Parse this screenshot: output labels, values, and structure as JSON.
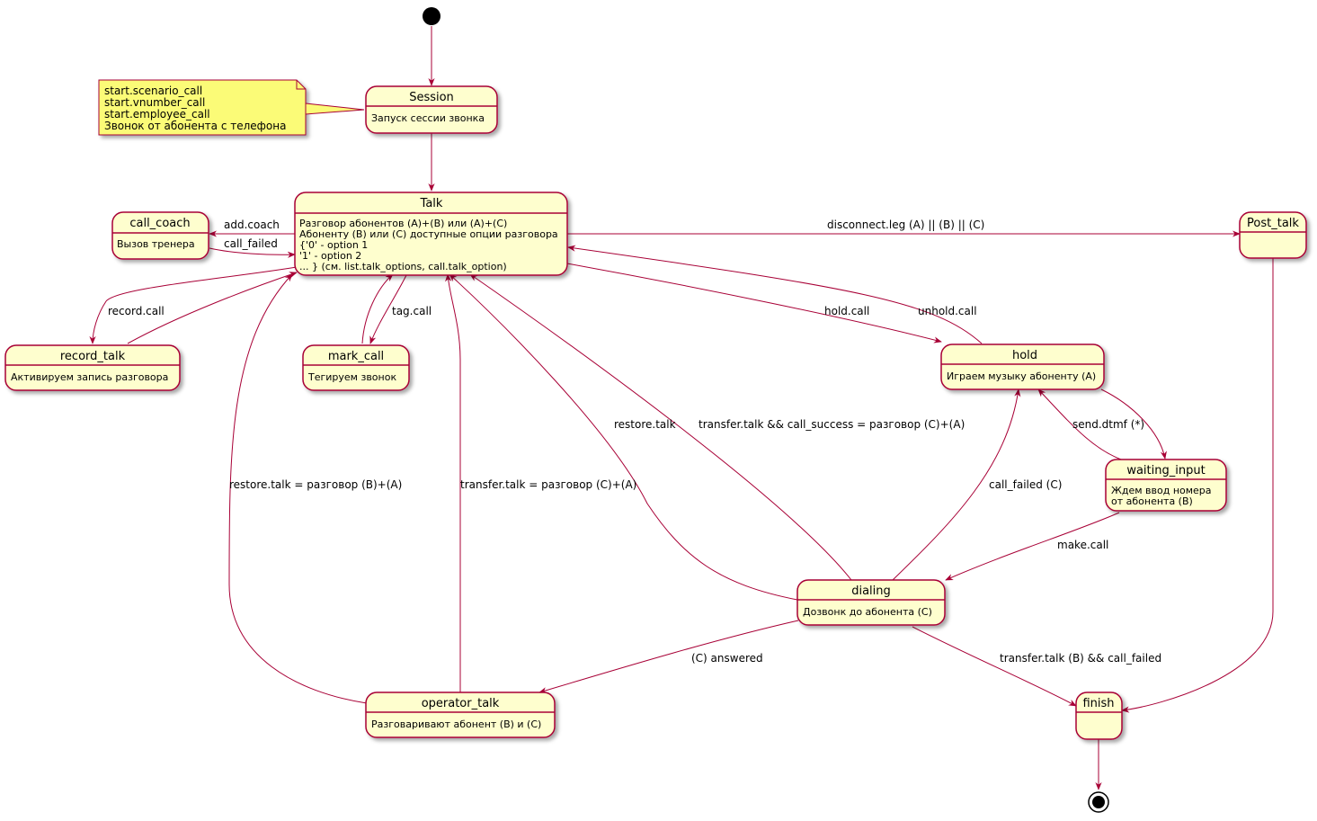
{
  "note": {
    "lines": [
      "start.scenario_call",
      "start.vnumber_call",
      "start.employee_call",
      "Звонок от абонента с телефона"
    ]
  },
  "states": {
    "session": {
      "title": "Session",
      "desc": [
        "Запуск сессии звонка"
      ]
    },
    "talk": {
      "title": "Talk",
      "desc": [
        "Разговор абонентов (A)+(B) или (A)+(C)",
        "Абоненту (B) или (C) доступные опции разговора",
        "{'0' - option 1",
        "'1' - option 2",
        "... } (см. list.talk_options, call.talk_option)"
      ]
    },
    "call_coach": {
      "title": "call_coach",
      "desc": [
        "Вызов тренера"
      ]
    },
    "record_talk": {
      "title": "record_talk",
      "desc": [
        "Активируем запись разговора"
      ]
    },
    "mark_call": {
      "title": "mark_call",
      "desc": [
        "Тегируем звонок"
      ]
    },
    "hold": {
      "title": "hold",
      "desc": [
        "Играем музыку абоненту (A)"
      ]
    },
    "waiting_input": {
      "title": "waiting_input",
      "desc": [
        "Ждем ввод номера",
        "от абонента (B)"
      ]
    },
    "dialing": {
      "title": "dialing",
      "desc": [
        "Дозвонк до абонента (C)"
      ]
    },
    "operator_talk": {
      "title": "operator_talk",
      "desc": [
        "Разговаривают абонент (B) и (C)"
      ]
    },
    "post_talk": {
      "title": "Post_talk",
      "desc": []
    },
    "finish": {
      "title": "finish",
      "desc": []
    }
  },
  "transitions": {
    "add_coach": "add.coach",
    "call_failed_coach": "call_failed",
    "disconnect": "disconnect.leg (A) || (B) || (C)",
    "record_call": "record.call",
    "tag_call": "tag.call",
    "hold_call": "hold.call",
    "unhold_call": "unhold.call",
    "restore_talk": "restore.talk",
    "transfer_success": "transfer.talk && call_success = разговор (C)+(A)",
    "send_dtmf": "send.dtmf (*)",
    "call_failed_c": "call_failed (C)",
    "restore_talk_b": "restore.talk = разговор (B)+(A)",
    "transfer_talk_c": "transfer.talk = разговор (C)+(A)",
    "make_call": "make.call",
    "c_answered": "(C) answered",
    "transfer_failed": "transfer.talk (B) && call_failed"
  }
}
